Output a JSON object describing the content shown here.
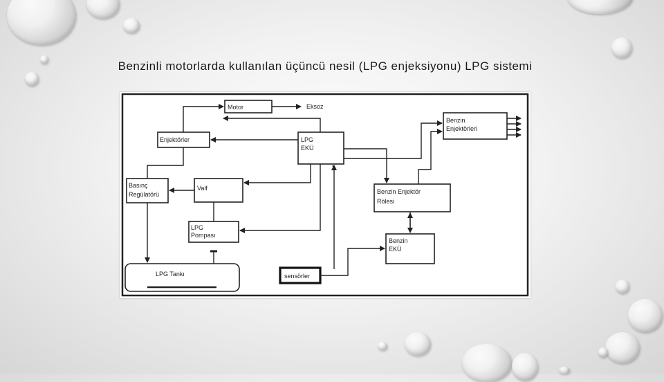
{
  "title": "Benzinli motorlarda  kullanılan  üçüncü  nesil  (LPG  enjeksiyonu)  LPG  sistemi",
  "diagram": {
    "motor": "Motor",
    "egzoz": "Eksoz",
    "benzin_enjektorleri": [
      "Benzin",
      "Enjektörleri"
    ],
    "enjektorler": "Enjektörler",
    "lpg_eku": [
      "LPG",
      "EKÜ"
    ],
    "basinc_regulatoru": [
      "Basınç",
      "Regülatörü"
    ],
    "valf": "Valf",
    "benzin_enjektor_rolesi": [
      "Benzin  Enjektör",
      "Rölesi"
    ],
    "lpg_pompasi": [
      "LPG",
      "Pompası"
    ],
    "benzin_eku": [
      "Benzin",
      "EKÜ"
    ],
    "lpg_tanki": "LPG Tankı",
    "sensorler": "sensörler"
  }
}
